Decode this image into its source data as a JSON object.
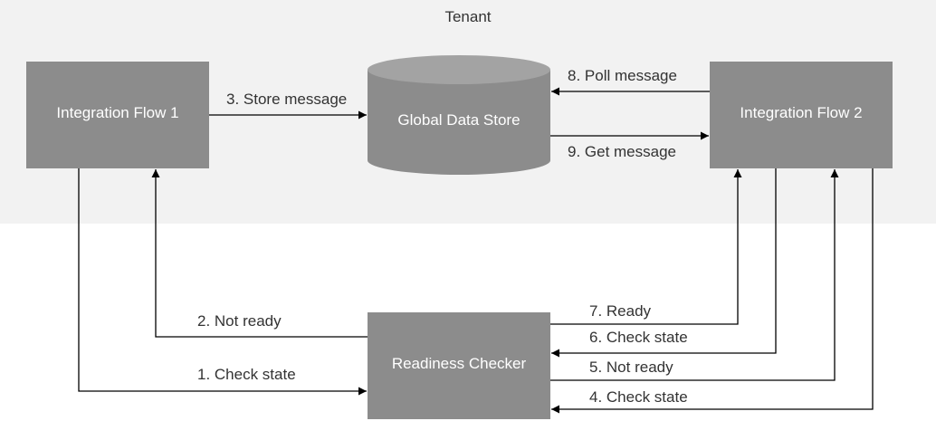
{
  "tenant_label": "Tenant",
  "nodes": {
    "integration_flow_1": "Integration Flow 1",
    "global_data_store": "Global Data Store",
    "integration_flow_2": "Integration Flow 2",
    "readiness_checker": "Readiness Checker"
  },
  "edges": {
    "e1": "1. Check state",
    "e2": "2. Not ready",
    "e3": "3. Store message",
    "e4": "4. Check state",
    "e5": "5. Not ready",
    "e6": "6. Check state",
    "e7": "7. Ready",
    "e8": "8. Poll message",
    "e9": "9. Get message"
  },
  "colors": {
    "tenant_background": "#f2f2f2",
    "box_fill": "#8c8c8c",
    "cylinder_top": "#a3a3a3",
    "line": "#000000",
    "text": "#333333"
  }
}
